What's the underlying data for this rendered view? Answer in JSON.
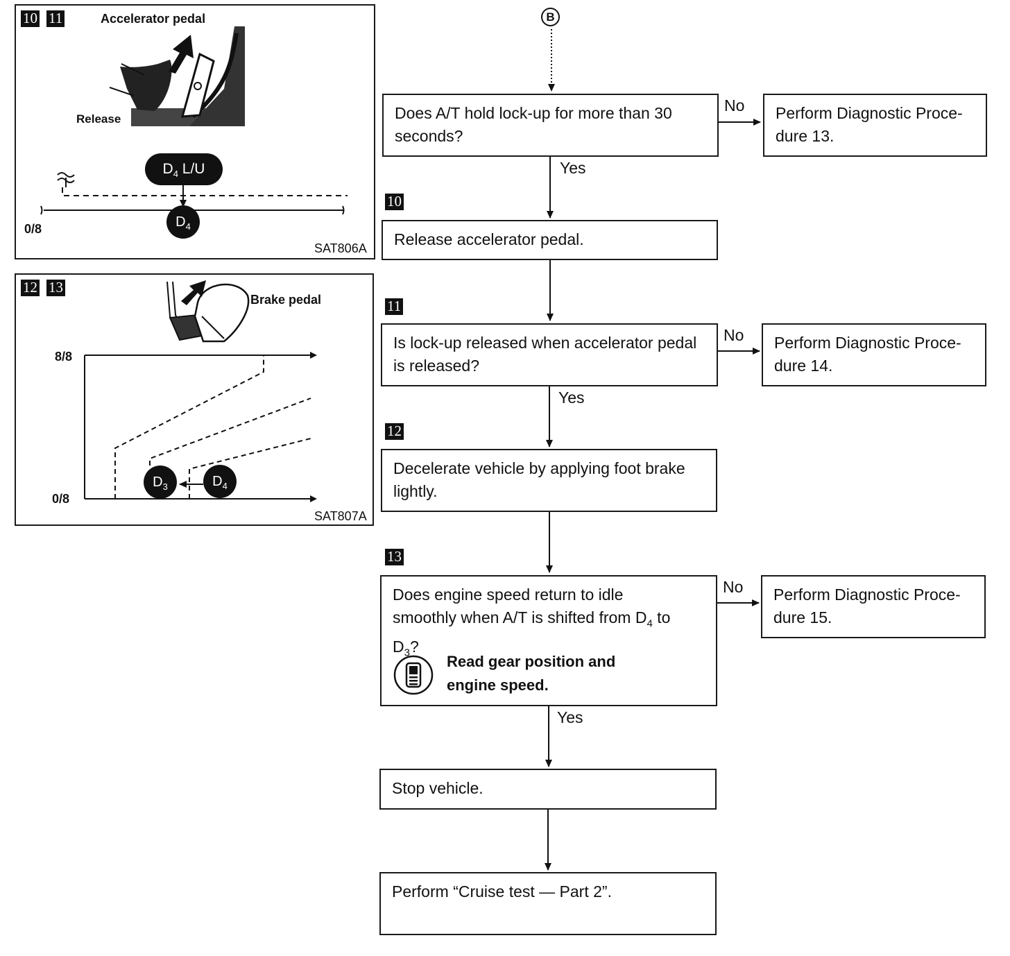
{
  "start_connector": "B",
  "step_tags": {
    "s10": "10",
    "s11": "11",
    "s12": "12",
    "s13": "13"
  },
  "flow": {
    "q1": "Does A/T hold lock-up for more than 30 seconds?",
    "q1_no": "Perform Diagnostic Proce-dure 13.",
    "release": "Release accelerator pedal.",
    "q2": "Is lock-up released when accelerator pedal is released?",
    "q2_no": "Perform Diagnostic Proce-dure 14.",
    "decelerate": "Decelerate vehicle by applying foot brake lightly.",
    "q3_line1": "Does engine speed return to idle",
    "q3_line2_a": "smoothly when A/T is shifted from D",
    "q3_line2_sub": "4",
    "q3_line2_b": " to",
    "q3_line3_a": "D",
    "q3_line3_sub": "3",
    "q3_line3_b": "?",
    "q3_note_line1": "Read gear position and",
    "q3_note_line2": "engine speed.",
    "q3_no": "Perform Diagnostic Proce-dure 15.",
    "stop": "Stop vehicle.",
    "final": "Perform “Cruise test — Part 2”.",
    "yes": "Yes",
    "no": "No"
  },
  "figure1": {
    "title": "Accelerator pedal",
    "release_label": "Release",
    "pill_a": "D",
    "pill_sub": "4",
    "pill_b": " L/U",
    "gear_a": "D",
    "gear_sub": "4",
    "axis_label": "0/8",
    "code": "SAT806A"
  },
  "figure2": {
    "title": "Brake pedal",
    "top_label": "8/8",
    "bottom_label": "0/8",
    "gear_left_a": "D",
    "gear_left_sub": "3",
    "gear_right_a": "D",
    "gear_right_sub": "4",
    "code": "SAT807A"
  },
  "icons": {
    "consult": "handheld-tester-icon"
  }
}
